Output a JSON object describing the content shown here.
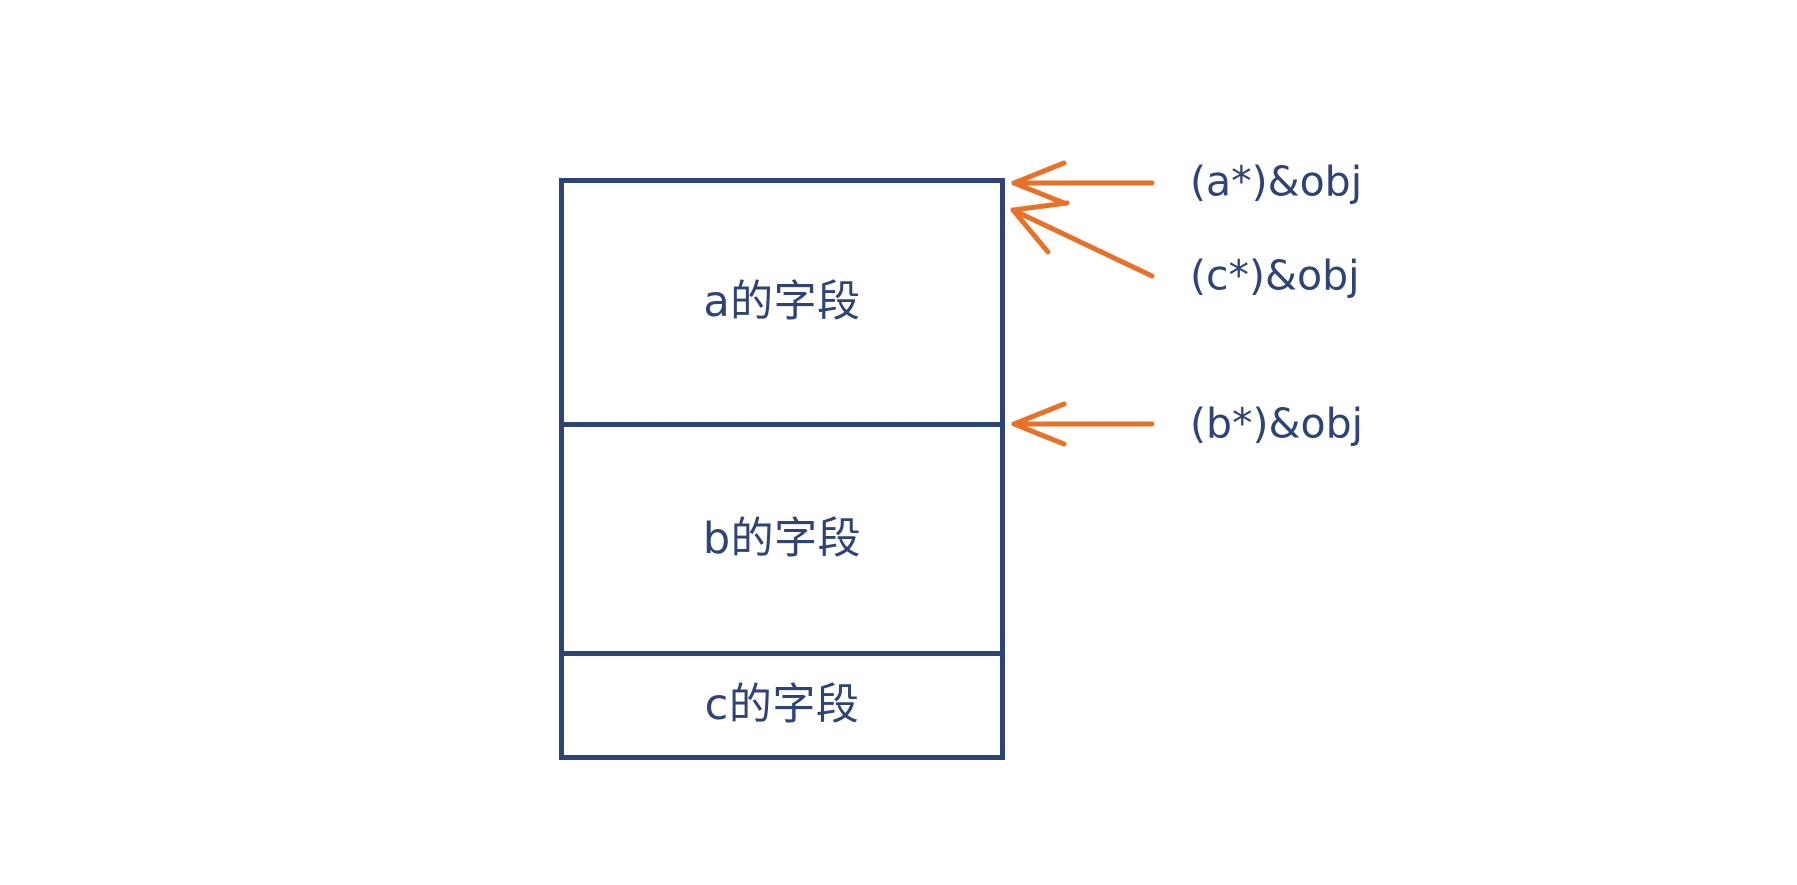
{
  "diagram": {
    "title": "C++ object memory layout with pointer casts",
    "colors": {
      "border": "#2e4476",
      "text": "#2e4476",
      "arrow": "#e8712a",
      "background": "#ffffff"
    },
    "object_box": {
      "segments": [
        {
          "id": "a",
          "label": "a的字段"
        },
        {
          "id": "b",
          "label": "b的字段"
        },
        {
          "id": "c",
          "label": "c的字段"
        }
      ]
    },
    "annotations": [
      {
        "id": "cast-a",
        "label": "(a*)&obj",
        "arrow": "horizontal",
        "points_to": "top-of-object"
      },
      {
        "id": "cast-c",
        "label": "(c*)&obj",
        "arrow": "diagonal",
        "points_to": "top-of-object"
      },
      {
        "id": "cast-b",
        "label": "(b*)&obj",
        "arrow": "horizontal",
        "points_to": "b-segment-start"
      }
    ]
  }
}
